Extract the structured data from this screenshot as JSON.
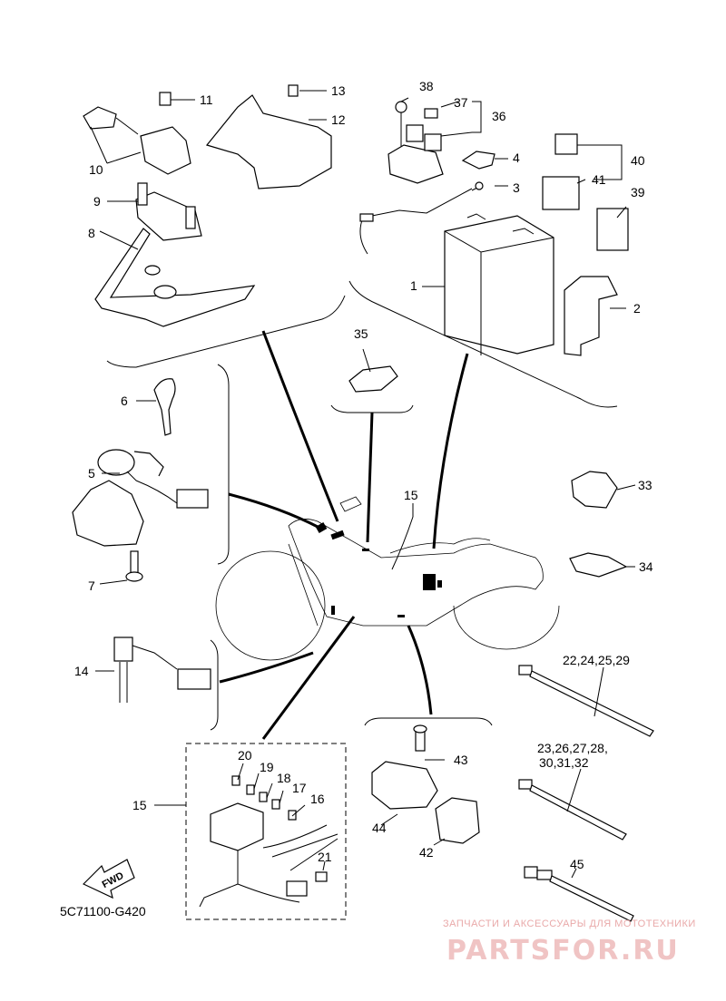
{
  "diagram_code": "5C71100-G420",
  "fwd_label": "FWD",
  "callouts": [
    {
      "id": "c1",
      "text": "1"
    },
    {
      "id": "c2",
      "text": "2"
    },
    {
      "id": "c3",
      "text": "3"
    },
    {
      "id": "c4",
      "text": "4"
    },
    {
      "id": "c5",
      "text": "5"
    },
    {
      "id": "c6",
      "text": "6"
    },
    {
      "id": "c7",
      "text": "7"
    },
    {
      "id": "c8",
      "text": "8"
    },
    {
      "id": "c9",
      "text": "9"
    },
    {
      "id": "c10",
      "text": "10"
    },
    {
      "id": "c11",
      "text": "11"
    },
    {
      "id": "c12",
      "text": "12"
    },
    {
      "id": "c13",
      "text": "13"
    },
    {
      "id": "c14",
      "text": "14"
    },
    {
      "id": "c15a",
      "text": "15"
    },
    {
      "id": "c15b",
      "text": "15"
    },
    {
      "id": "c16",
      "text": "16"
    },
    {
      "id": "c17",
      "text": "17"
    },
    {
      "id": "c18",
      "text": "18"
    },
    {
      "id": "c19",
      "text": "19"
    },
    {
      "id": "c20",
      "text": "20"
    },
    {
      "id": "c21",
      "text": "21"
    },
    {
      "id": "c22",
      "text": "22,24,25,29"
    },
    {
      "id": "c23a",
      "text": "23,26,27,28,"
    },
    {
      "id": "c23b",
      "text": "30,31,32"
    },
    {
      "id": "c33",
      "text": "33"
    },
    {
      "id": "c34",
      "text": "34"
    },
    {
      "id": "c35",
      "text": "35"
    },
    {
      "id": "c36",
      "text": "36"
    },
    {
      "id": "c37",
      "text": "37"
    },
    {
      "id": "c38",
      "text": "38"
    },
    {
      "id": "c39",
      "text": "39"
    },
    {
      "id": "c40",
      "text": "40"
    },
    {
      "id": "c41",
      "text": "41"
    },
    {
      "id": "c42",
      "text": "42"
    },
    {
      "id": "c43",
      "text": "43"
    },
    {
      "id": "c44",
      "text": "44"
    },
    {
      "id": "c45",
      "text": "45"
    }
  ],
  "watermark": {
    "tagline": "ЗАПЧАСТИ И АКСЕССУАРЫ ДЛЯ МОТОТЕХНИКИ",
    "logo": "PARTSFOR.RU"
  }
}
